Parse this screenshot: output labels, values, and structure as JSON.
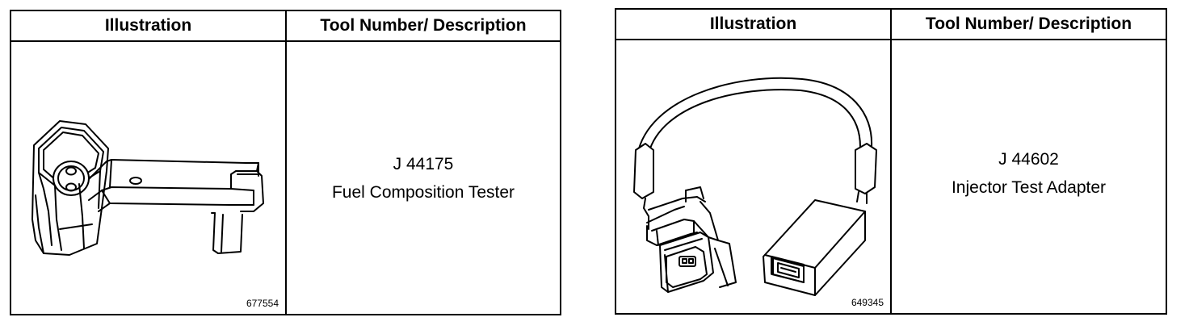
{
  "tables": [
    {
      "header_illustration": "Illustration",
      "header_tool": "Tool Number/ Description",
      "tool_number": "J 44175",
      "tool_description": "Fuel Composition Tester",
      "figure_number": "677554",
      "illustration_name": "fuel-composition-tester-illustration"
    },
    {
      "header_illustration": "Illustration",
      "header_tool": "Tool Number/ Description",
      "tool_number": "J 44602",
      "tool_description": "Injector Test Adapter",
      "figure_number": "649345",
      "illustration_name": "injector-test-adapter-illustration"
    }
  ]
}
